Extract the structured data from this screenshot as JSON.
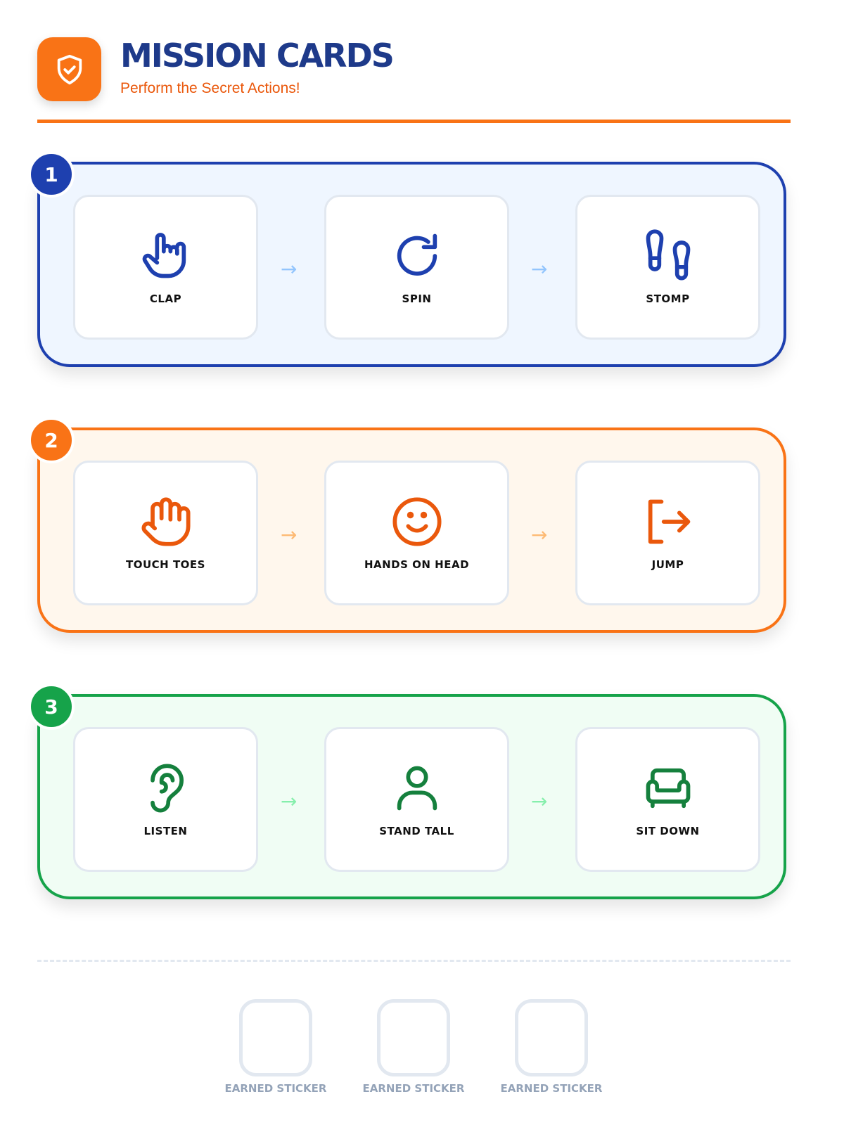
{
  "header": {
    "title": "MISSION CARDS",
    "subtitle": "Perform the Secret Actions!",
    "logo_icon": "shield-check-icon"
  },
  "colors": {
    "blue": "#1e40af",
    "orange": "#f97316",
    "green": "#16a34a"
  },
  "sections": [
    {
      "number": "1",
      "border": "#1e40af",
      "bg": "#eff6ff",
      "icon_color": "#1e40af",
      "arrow_color": "#93c5fd",
      "cards": [
        {
          "label": "CLAP",
          "icon": "hand-rock-icon"
        },
        {
          "label": "SPIN",
          "icon": "rotate-icon"
        },
        {
          "label": "STOMP",
          "icon": "footprints-icon"
        }
      ]
    },
    {
      "number": "2",
      "border": "#f97316",
      "bg": "#fff7ed",
      "icon_color": "#ea580c",
      "arrow_color": "#fdba74",
      "cards": [
        {
          "label": "TOUCH TOES",
          "icon": "hand-icon"
        },
        {
          "label": "HANDS ON HEAD",
          "icon": "smile-icon"
        },
        {
          "label": "JUMP",
          "icon": "exit-icon"
        }
      ]
    },
    {
      "number": "3",
      "border": "#16a34a",
      "bg": "#f0fdf4",
      "icon_color": "#15803d",
      "arrow_color": "#86efac",
      "cards": [
        {
          "label": "LISTEN",
          "icon": "ear-icon"
        },
        {
          "label": "STAND TALL",
          "icon": "person-icon"
        },
        {
          "label": "SIT DOWN",
          "icon": "armchair-icon"
        }
      ]
    }
  ],
  "stickers": [
    {
      "label": "EARNED STICKER"
    },
    {
      "label": "EARNED STICKER"
    },
    {
      "label": "EARNED STICKER"
    }
  ]
}
